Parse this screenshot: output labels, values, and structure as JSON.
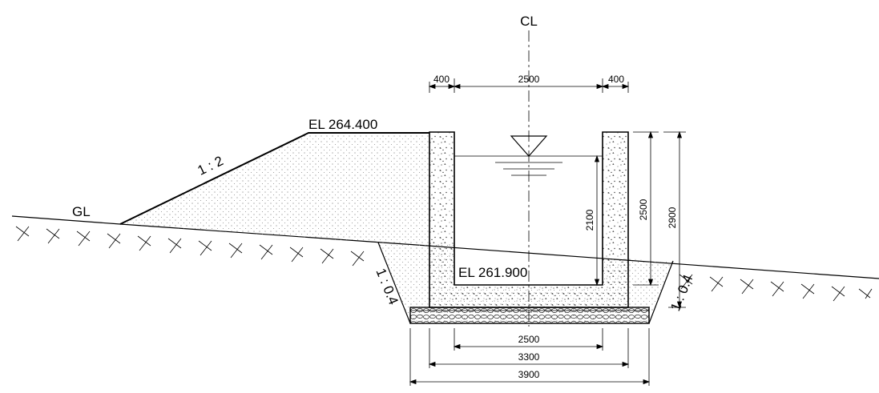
{
  "drawing": {
    "centerline_symbol": "CL",
    "ground_label": "GL",
    "elevation_top": "EL 264.400",
    "elevation_bottom": "EL 261.900",
    "slope_embankment": "1 : 2",
    "slope_excavation_left": "1 : 0.4",
    "slope_excavation_right": "1 : 0.4",
    "dimensions": {
      "top_left_wall": "400",
      "top_inner_width": "2500",
      "top_right_wall": "400",
      "water_depth": "2100",
      "inner_height": "2500",
      "outer_height": "2900",
      "bottom_inner_width": "2500",
      "base_width": "3300",
      "excavation_width": "3900"
    }
  }
}
